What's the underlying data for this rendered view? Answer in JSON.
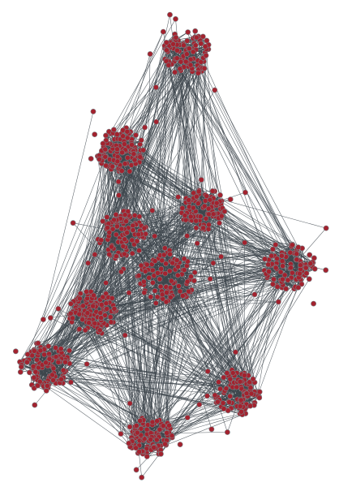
{
  "graph": {
    "type": "network",
    "cluster_count": 10,
    "clusters": [
      {
        "id": "c1"
      },
      {
        "id": "c2"
      },
      {
        "id": "c3"
      },
      {
        "id": "c4"
      },
      {
        "id": "c5"
      },
      {
        "id": "c6"
      },
      {
        "id": "c7"
      },
      {
        "id": "c8"
      },
      {
        "id": "c9"
      },
      {
        "id": "c10"
      }
    ]
  },
  "style": {
    "background": "#ffffff",
    "node_fill": "#a3222e",
    "node_stroke": "#7a7f84",
    "edge_color": "#3e474d"
  }
}
